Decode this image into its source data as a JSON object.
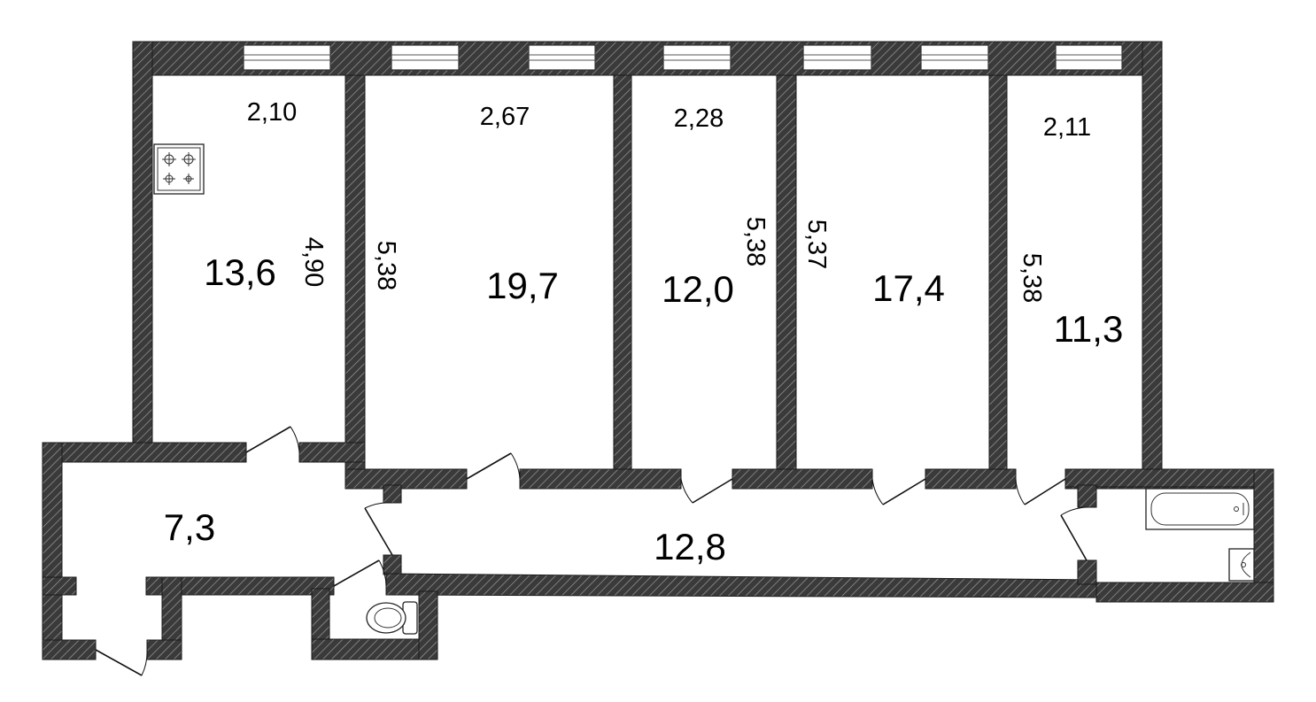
{
  "rooms": [
    {
      "area": "13,6",
      "width_dim": "2,10",
      "length_dim": "4,90"
    },
    {
      "area": "19,7",
      "width_dim": "2,67",
      "length_dim": "5,38"
    },
    {
      "area": "12,0",
      "width_dim": "2,28",
      "length_dim": "5,38"
    },
    {
      "area": "17,4",
      "length_dim": "5,37"
    },
    {
      "area": "11,3",
      "width_dim": "2,11",
      "length_dim": "5,38"
    },
    {
      "area": "7,3"
    },
    {
      "area": "12,8"
    }
  ],
  "icons": [
    "stove-icon",
    "bathtub-icon",
    "sink-icon",
    "toilet-icon"
  ],
  "colors": {
    "wall": "#3a3a3a",
    "hatch": "#9a9a9a",
    "background": "#ffffff"
  }
}
